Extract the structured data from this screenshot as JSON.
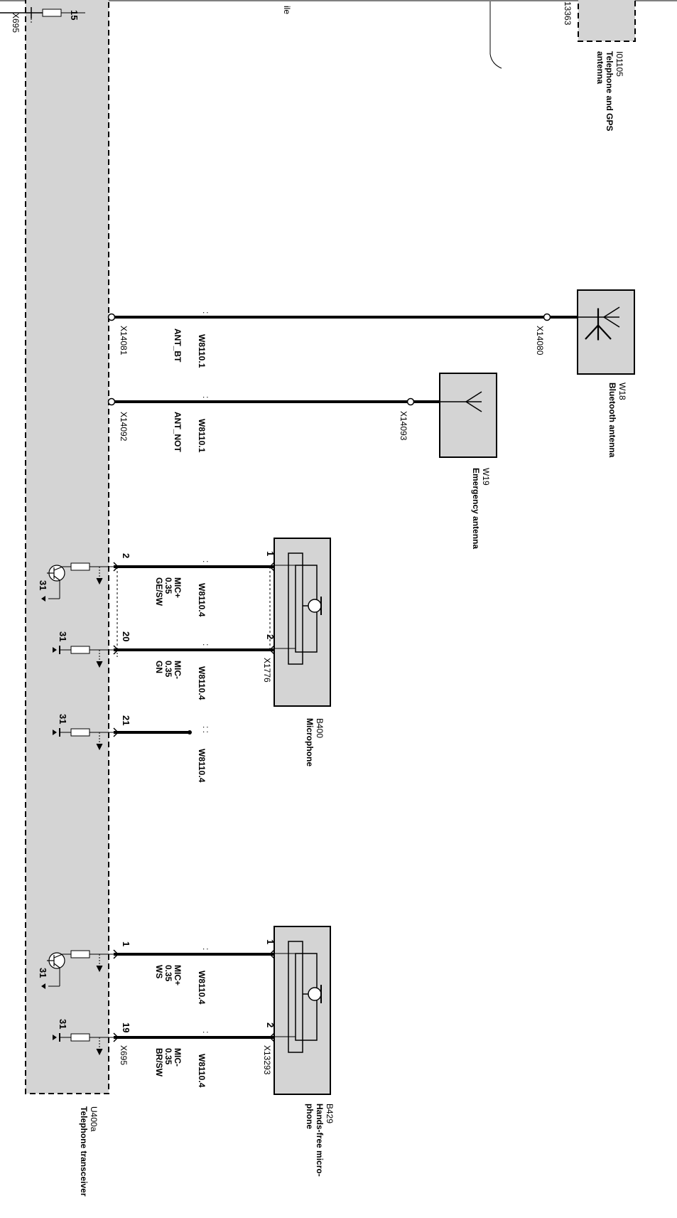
{
  "colors": {
    "module_fill": "#d4d4d4",
    "wire": "#000000",
    "background": "#ffffff"
  },
  "transceiver": {
    "id": "U400a",
    "name": "Telephone transceiver",
    "partial_label": "ile"
  },
  "top_strip": {
    "connector": "X695",
    "pin": "15",
    "partial_number": "13363"
  },
  "gps_antenna": {
    "id": "I01105",
    "name_line1": "Telephone and GPS",
    "name_line2": "antenna"
  },
  "bt_antenna": {
    "id": "W18",
    "name": "Bluetooth antenna",
    "connector": "X14080"
  },
  "emg_antenna": {
    "id": "W19",
    "name": "Emergency antenna",
    "connector": "X14093"
  },
  "antenna_wires": [
    {
      "harness": "W8110.1",
      "signal": "ANT_BT",
      "connector": "X14081"
    },
    {
      "harness": "W8110.1",
      "signal": "ANT_NOT",
      "connector": "X14092"
    }
  ],
  "microphone": {
    "id": "B400",
    "name": "Microphone",
    "connector": "X1776",
    "pin_a": "1",
    "pin_b": "2"
  },
  "handsfree_mic": {
    "id": "B429",
    "name_line1": "Hands-free micro-",
    "name_line2": "phone",
    "connector": "X13293",
    "pin_a": "1",
    "pin_b": "2"
  },
  "mic_wires": [
    {
      "module_pin": "2",
      "harness": "W8110.4",
      "signal": "MIC+",
      "gauge": "0.35",
      "color": "GE/SW",
      "ground": "31"
    },
    {
      "module_pin": "20",
      "harness": "W8110.4",
      "signal": "MIC-",
      "gauge": "0.35",
      "color": "GN",
      "ground": "31"
    },
    {
      "module_pin": "21",
      "harness": "W8110.4",
      "ground": "31"
    },
    {
      "module_pin": "1",
      "harness": "W8110.4",
      "signal": "MIC+",
      "gauge": "0.35",
      "color": "WS",
      "ground": "31"
    },
    {
      "module_pin": "19",
      "harness": "W8110.4",
      "signal": "MIC-",
      "gauge": "0.35",
      "color": "BR/SW",
      "ground": "31",
      "connector": "X695"
    }
  ]
}
